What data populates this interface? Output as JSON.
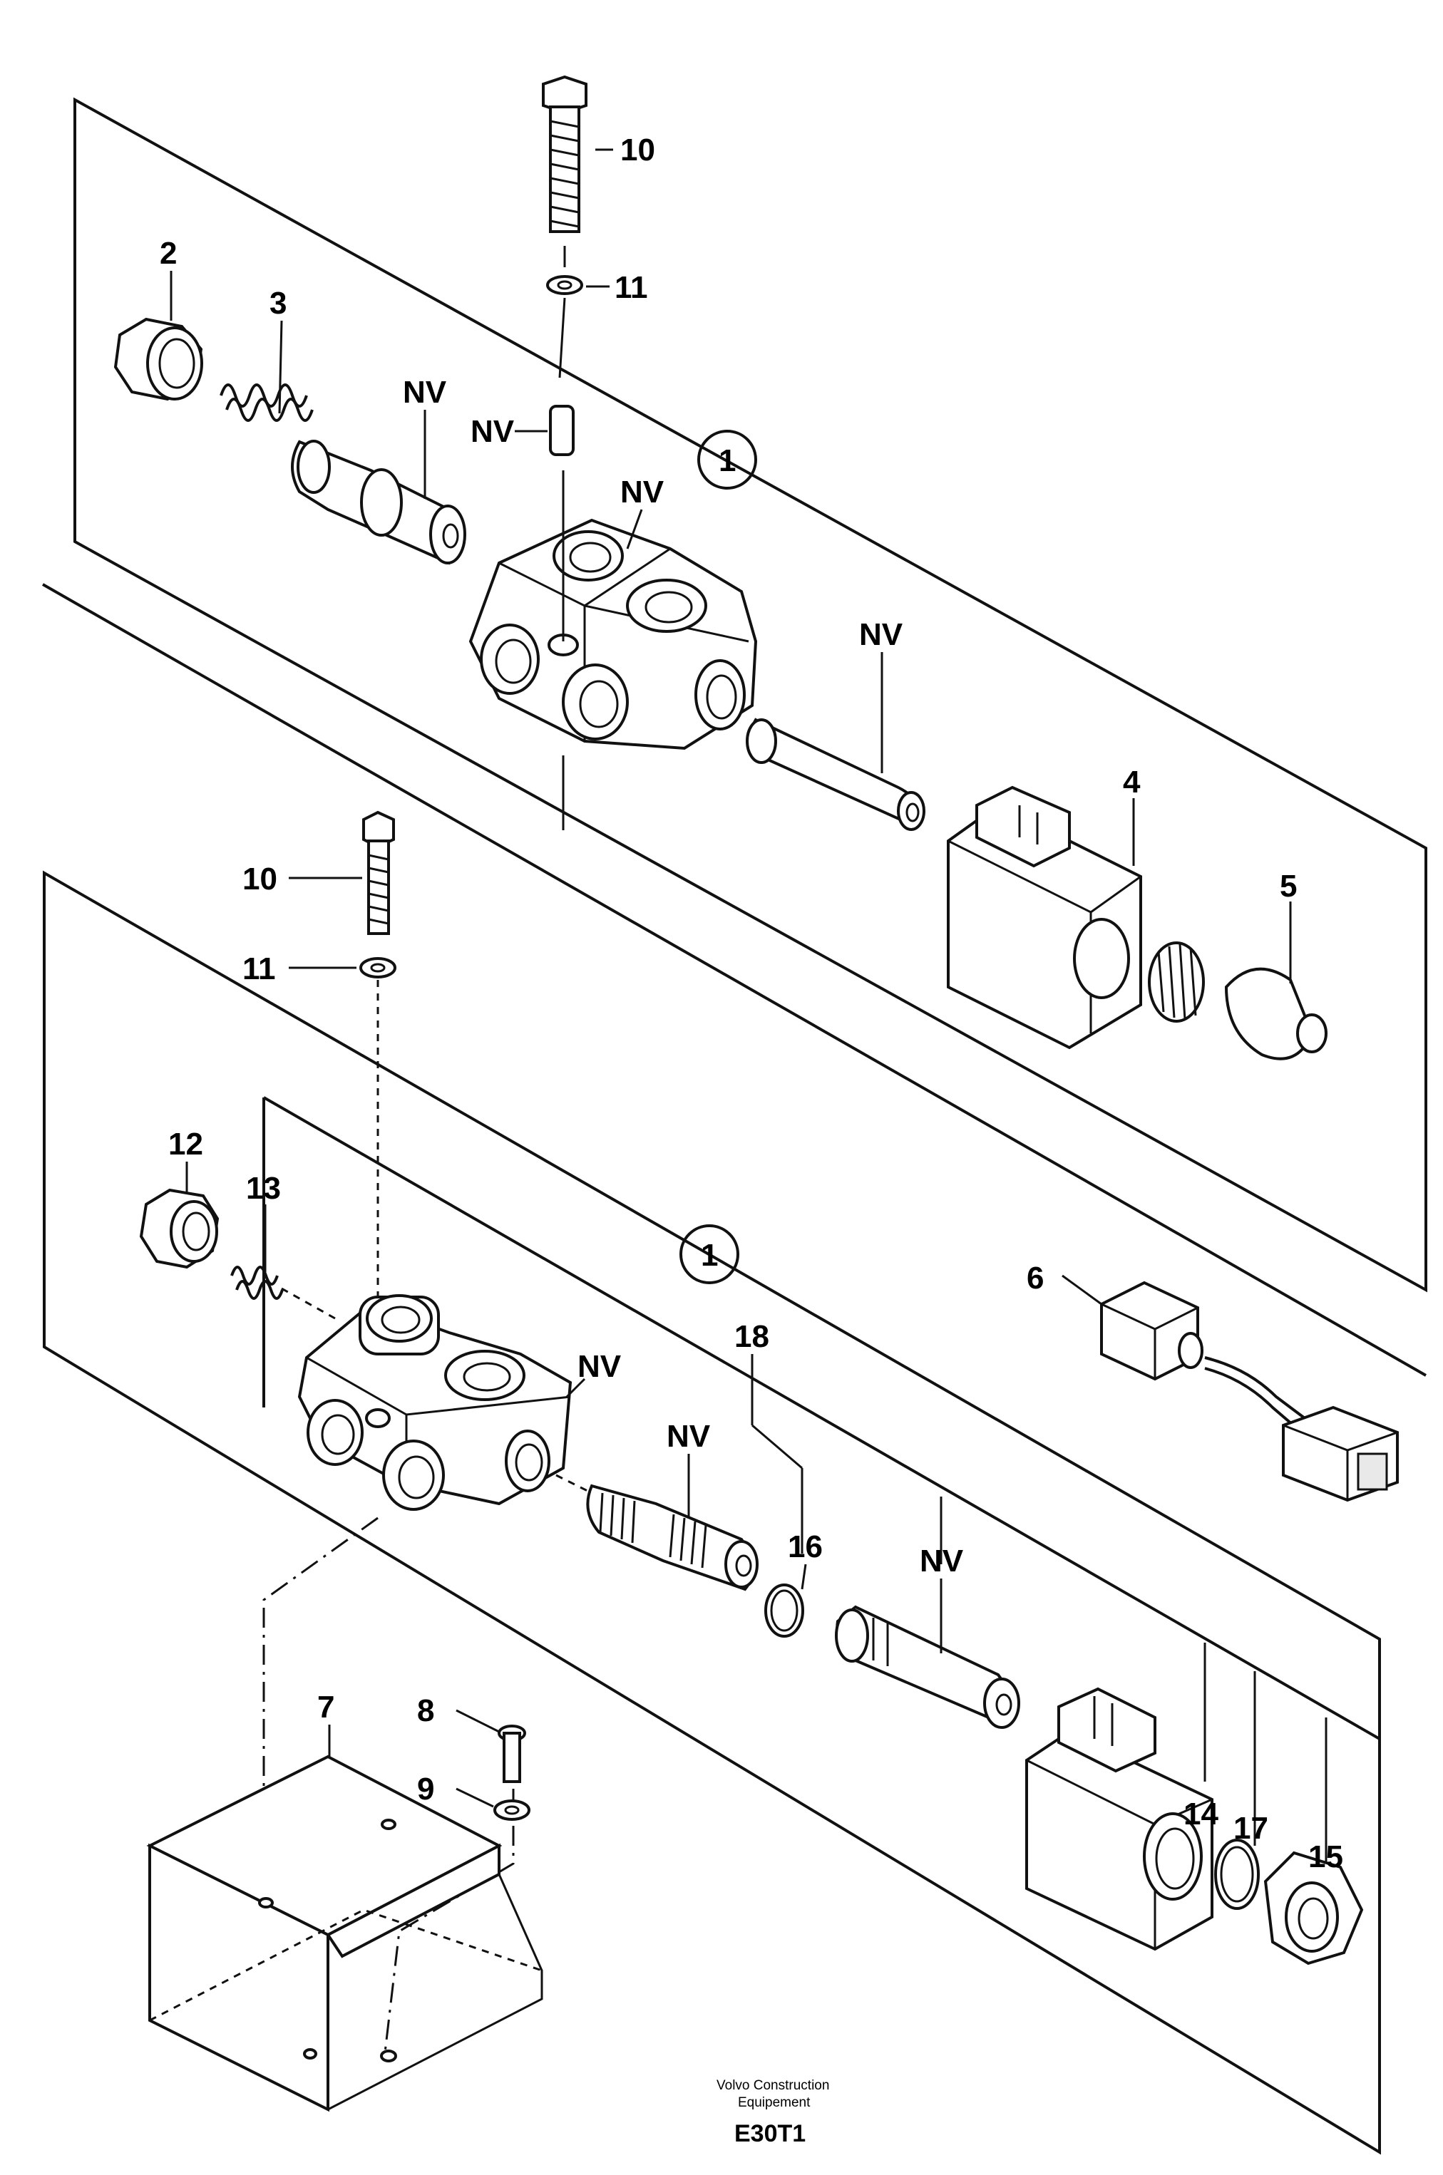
{
  "callouts": {
    "c10a": "10",
    "c11a": "11",
    "c2": "2",
    "c3": "3",
    "nv1": "NV",
    "nv2": "NV",
    "nv3": "NV",
    "nv4": "NV",
    "c1a": "1",
    "c4": "4",
    "c5": "5",
    "c10b": "10",
    "c11b": "11",
    "c12": "12",
    "c13": "13",
    "c1b": "1",
    "c6": "6",
    "c18": "18",
    "nv5": "NV",
    "nv6": "NV",
    "c16": "16",
    "nv7": "NV",
    "c7": "7",
    "c8": "8",
    "c9": "9",
    "c14": "14",
    "c17": "17",
    "c15": "15"
  },
  "footer": {
    "publisher_line1": "Volvo Construction",
    "publisher_line2": "Equipement",
    "code": "E30T1"
  }
}
